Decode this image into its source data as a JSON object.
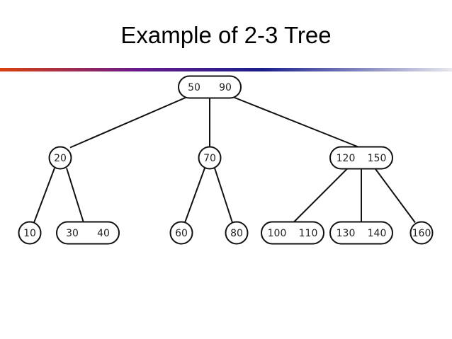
{
  "slide": {
    "title": "Example of 2-3 Tree"
  },
  "colors": {
    "rule_left": "#d9410f",
    "rule_mid": "#6a1a8a",
    "rule_dark": "#1a1f8c",
    "rule_right": "#e8e8ee",
    "stroke": "#111111"
  },
  "tree": {
    "nodes": [
      {
        "id": "root",
        "keys": [
          "50",
          "90"
        ]
      },
      {
        "id": "n20",
        "keys": [
          "20"
        ]
      },
      {
        "id": "n70",
        "keys": [
          "70"
        ]
      },
      {
        "id": "n120",
        "keys": [
          "120",
          "150"
        ]
      },
      {
        "id": "n10",
        "keys": [
          "10"
        ]
      },
      {
        "id": "n30",
        "keys": [
          "30",
          "40"
        ]
      },
      {
        "id": "n60",
        "keys": [
          "60"
        ]
      },
      {
        "id": "n80",
        "keys": [
          "80"
        ]
      },
      {
        "id": "n100",
        "keys": [
          "100",
          "110"
        ]
      },
      {
        "id": "n130",
        "keys": [
          "130",
          "140"
        ]
      },
      {
        "id": "n160",
        "keys": [
          "160"
        ]
      }
    ],
    "edges": [
      [
        "root",
        "n20"
      ],
      [
        "root",
        "n70"
      ],
      [
        "root",
        "n120"
      ],
      [
        "n20",
        "n10"
      ],
      [
        "n20",
        "n30"
      ],
      [
        "n70",
        "n60"
      ],
      [
        "n70",
        "n80"
      ],
      [
        "n120",
        "n100"
      ],
      [
        "n120",
        "n130"
      ],
      [
        "n120",
        "n160"
      ]
    ]
  }
}
